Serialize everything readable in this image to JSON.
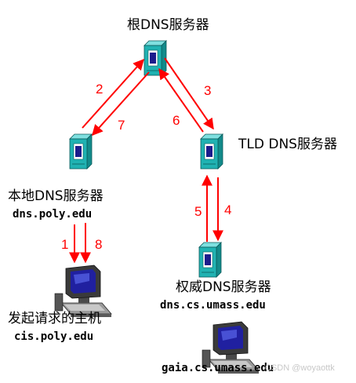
{
  "servers": {
    "root": {
      "title": "根DNS服务器"
    },
    "local": {
      "title": "本地DNS服务器",
      "host": "dns.poly.edu"
    },
    "tld": {
      "title": "TLD DNS服务器"
    },
    "auth": {
      "title": "权威DNS服务器",
      "host": "dns.cs.umass.edu"
    }
  },
  "hosts": {
    "requesting": {
      "title": "发起请求的主机",
      "host": "cis.poly.edu"
    },
    "target": {
      "host": "gaia.cs.umass.edu"
    }
  },
  "steps": [
    "1",
    "2",
    "3",
    "4",
    "5",
    "6",
    "7",
    "8"
  ],
  "watermark": "CSDN @woyaottk",
  "colors": {
    "arrow": "#ff0000",
    "server_body": "#20b2b2",
    "server_top": "#7fe0e0",
    "server_panel": "#1c1c8c",
    "monitor": "#3a3a3a",
    "monitor_screen": "#2020a0"
  }
}
